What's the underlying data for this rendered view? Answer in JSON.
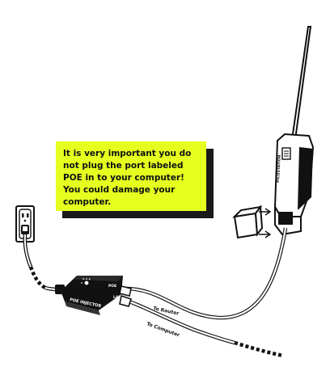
{
  "callout": {
    "text": "It is very important you do not plug the port labeled POE in to your computer! You could damage your computer."
  },
  "injector": {
    "title": "POE INJECTOR",
    "port_poe": "POE",
    "port_lan": "LAN"
  },
  "radio": {
    "brand": "PICOSTATION"
  },
  "cables": {
    "to_router": "To Router",
    "to_computer": "To Computer"
  },
  "colors": {
    "callout_bg": "#e5ff1f",
    "callout_shadow": "#1a1a1a",
    "ink": "#111111"
  }
}
